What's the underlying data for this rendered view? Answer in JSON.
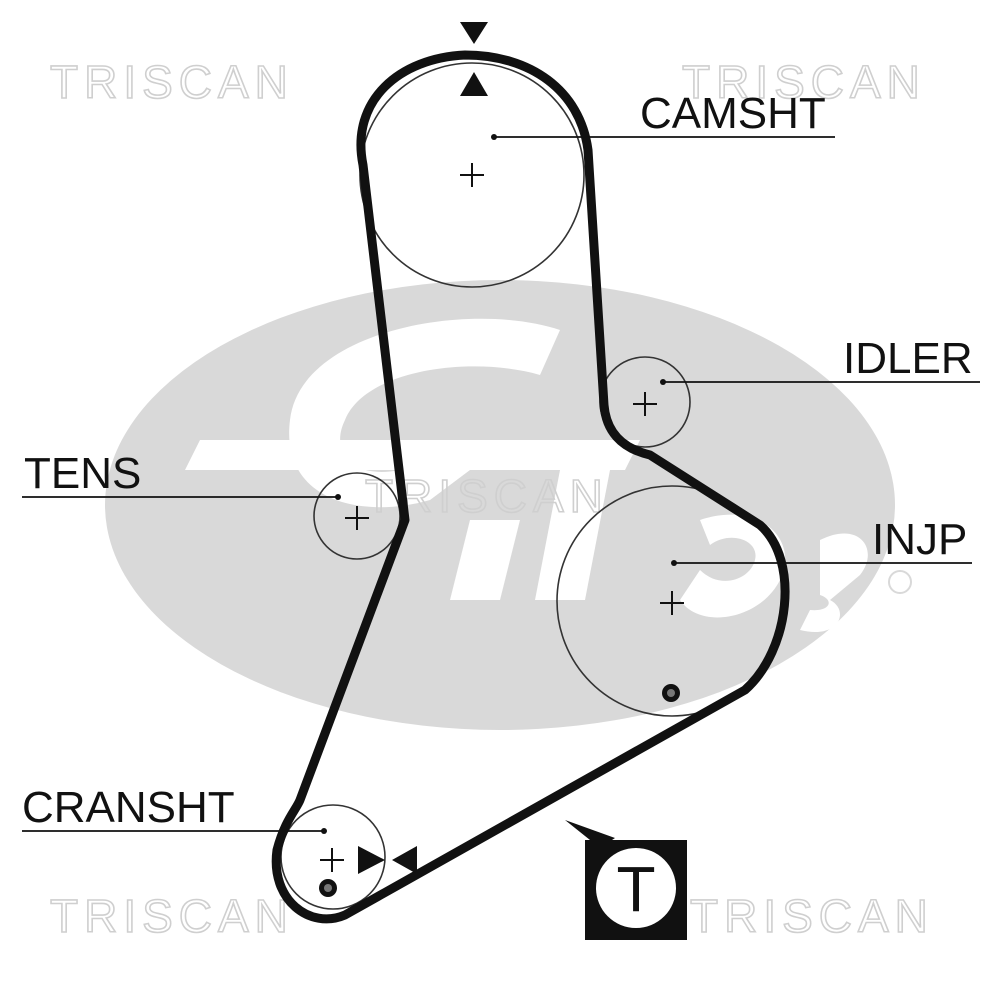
{
  "watermarks": [
    "TRISCAN",
    "TRISCAN",
    "TRISCAN",
    "TRISCAN",
    "TRISCAN"
  ],
  "labels": {
    "camshaft": "CAMSHT",
    "idler": "IDLER",
    "tensioner": "TENS",
    "injection_pump": "INJP",
    "crankshaft": "CRANSHT"
  },
  "tension_marker": "T",
  "colors": {
    "belt": "#111111",
    "pulley": "#333333",
    "logo": "#d9d9d9",
    "watermark": "#cfcfcf"
  }
}
